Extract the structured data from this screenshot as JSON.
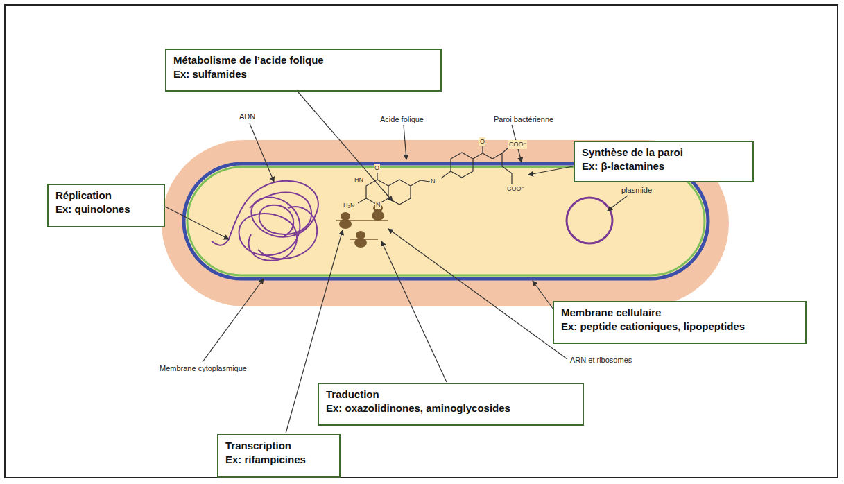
{
  "diagram": {
    "nodes": [
      {
        "text": [
          "Métabolisme de l’acide folique",
          "Ex: sulfamides"
        ]
      },
      {
        "text": [
          "Synthèse de la paroi",
          "Ex: β-lactamines"
        ]
      },
      {
        "text": [
          "Réplication",
          "Ex: quinolones"
        ]
      },
      {
        "text": [
          "Membrane cellulaire",
          "Ex: peptide cationiques, lipopeptides"
        ]
      },
      {
        "text": [
          "Traduction",
          "Ex: oxazolidinones, aminoglycosides"
        ]
      },
      {
        "text": [
          "Transcription",
          "Ex: rifampicines"
        ]
      }
    ],
    "labels": [
      "ADN",
      "Acide folique",
      "Paroi bactérienne",
      "plasmide",
      "ARN et ribosomes",
      "Membrane cytoplasmique",
      "O",
      "HN",
      "H₂N",
      "N",
      "N",
      "O",
      "COO⁻",
      "COO⁻"
    ]
  }
}
